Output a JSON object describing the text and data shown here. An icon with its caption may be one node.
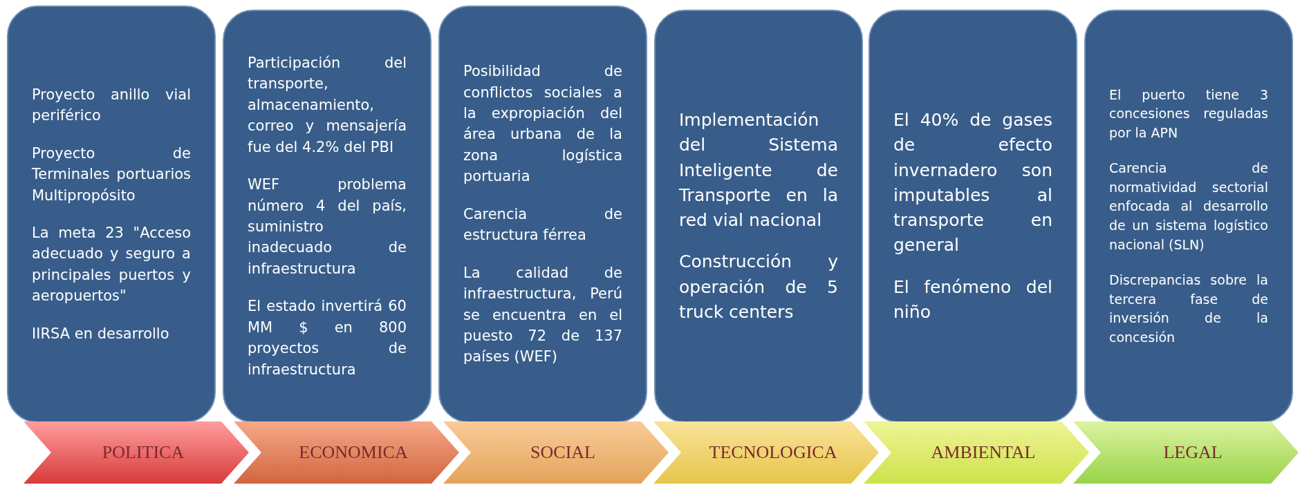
{
  "diagram": {
    "nodes": [
      {
        "text": [
          "Proyecto anillo vial periférico",
          "Proyecto de Terminales portuarios Multipropósito",
          "La meta 23 \"Acceso adecuado y seguro a principales puertos y aeropuertos\"",
          "IIRSA en desarrollo"
        ]
      },
      {
        "text": [
          "Participación del transporte, almacenamiento, correo y mensajería fue del 4.2% del PBI",
          "WEF problema número 4 del país, suministro inadecuado de infraestructura",
          "El estado invertirá 60 MM $ en 800 proyectos de infraestructura"
        ]
      },
      {
        "text": [
          "Posibilidad de conflictos sociales a la expropiación del área urbana de la zona logística portuaria",
          "Carencia de estructura férrea",
          "La calidad de infraestructura, Perú se encuentra en el puesto 72 de 137 países (WEF)"
        ]
      },
      {
        "text": [
          "Implementación del Sistema Inteligente de Transporte en la red vial nacional",
          "Construcción y operación de 5 truck centers"
        ]
      },
      {
        "text": [
          "El 40% de gases de efecto invernadero son imputables al transporte en general",
          "El fenómeno del niño"
        ]
      },
      {
        "text": [
          "El puerto tiene 3 concesiones reguladas por la APN",
          "Carencia de normatividad sectorial enfocada al desarrollo de un sistema logístico nacional (SLN)",
          "Discrepancias sobre la tercera fase de inversión de la concesión"
        ]
      },
      {
        "text": [
          "POLITICA"
        ]
      },
      {
        "text": [
          "ECONOMICA"
        ]
      },
      {
        "text": [
          "SOCIAL"
        ]
      },
      {
        "text": [
          "TECNOLOGICA"
        ]
      },
      {
        "text": [
          "AMBIENTAL"
        ]
      },
      {
        "text": [
          "LEGAL"
        ]
      }
    ]
  }
}
